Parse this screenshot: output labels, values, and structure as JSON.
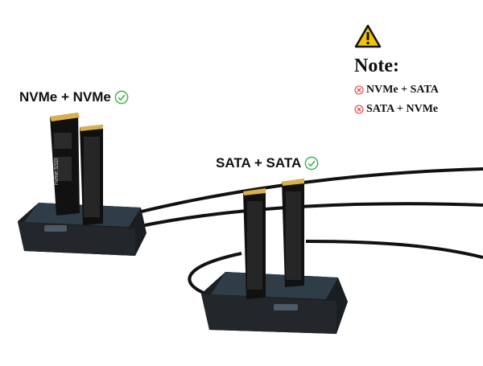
{
  "labels": {
    "nvme_pair": "NVMe + NVMe",
    "sata_pair": "SATA + SATA"
  },
  "note": {
    "title": "Note:",
    "items": [
      "NVMe + SATA",
      "SATA + NVMe"
    ]
  },
  "drive_text": {
    "nvme_stick": "nvme SSD"
  },
  "icons": {
    "ok": "check-circle-icon",
    "bad": "x-circle-icon",
    "warn": "warning-triangle-icon"
  },
  "colors": {
    "ok": "#3bb54a",
    "bad": "#e04040",
    "warn": "#f5c400",
    "dock": "#1f2326",
    "panel": "#2e3d48"
  }
}
